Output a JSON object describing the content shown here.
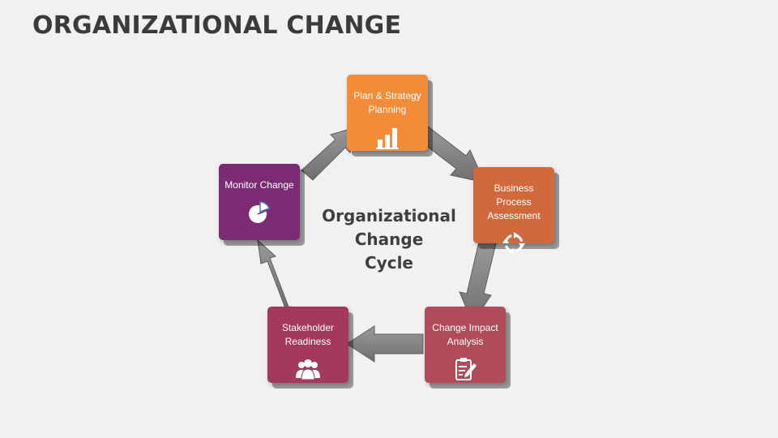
{
  "title": "ORGANIZATIONAL CHANGE",
  "center_label": [
    "Organizational",
    "Change",
    "Cycle"
  ],
  "colors": {
    "arrow": "#8a8a8a",
    "plan": "#f28c38",
    "business": "#d06a3d",
    "impact": "#b04b58",
    "stakeholder": "#a3395e",
    "monitor": "#7b2a74"
  },
  "steps": {
    "plan": {
      "label": "Plan & Strategy Planning",
      "icon": "bar-chart-icon"
    },
    "business": {
      "label": "Business Process Assessment",
      "icon": "cycle-arrows-icon"
    },
    "impact": {
      "label": "Change Impact Analysis",
      "icon": "clipboard-pencil-icon"
    },
    "stakeholder": {
      "label": "Stakeholder Readiness",
      "icon": "people-group-icon"
    },
    "monitor": {
      "label": "Monitor Change",
      "icon": "pie-chart-icon"
    }
  }
}
